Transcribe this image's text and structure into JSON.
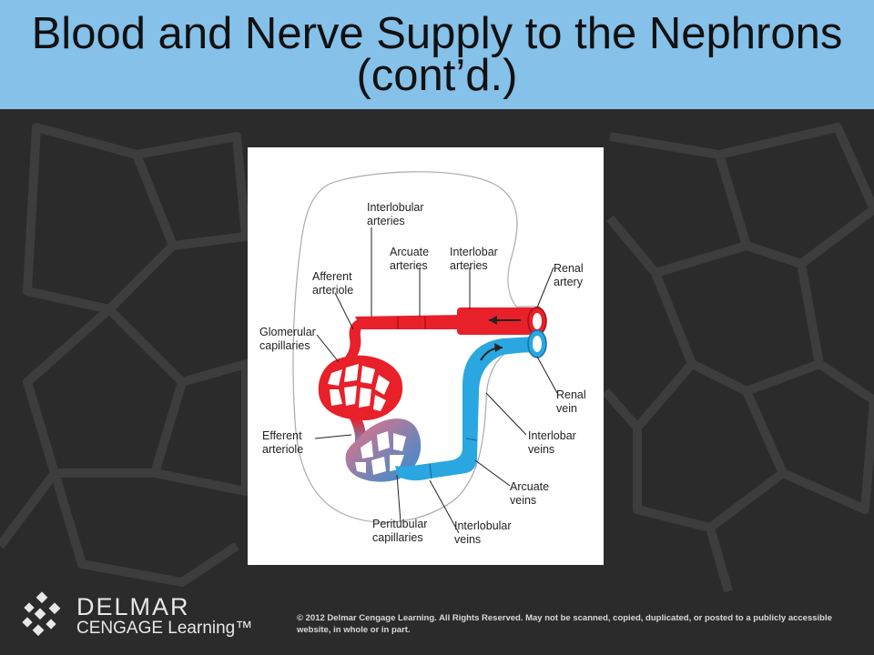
{
  "slide": {
    "title": "Blood and Nerve Supply to the Nephrons (cont’d.)",
    "colors": {
      "title_bar": "#85c1e9",
      "artery": "#e8202a",
      "vein": "#2aa7e0",
      "background": "#2a2a2a"
    }
  },
  "diagram": {
    "labels": {
      "interlobular_arteries": [
        "Interlobular",
        "arteries"
      ],
      "arcuate_arteries": [
        "Arcuate",
        "arteries"
      ],
      "interlobar_arteries": [
        "Interlobar",
        "arteries"
      ],
      "afferent_arteriole": [
        "Afferent",
        "arteriole"
      ],
      "renal_artery": [
        "Renal",
        "artery"
      ],
      "glomerular_capillaries": [
        "Glomerular",
        "capillaries"
      ],
      "renal_vein": [
        "Renal",
        "vein"
      ],
      "efferent_arteriole": [
        "Efferent",
        "arteriole"
      ],
      "interlobar_veins": [
        "Interlobar",
        "veins"
      ],
      "arcuate_veins": [
        "Arcuate",
        "veins"
      ],
      "peritubular_capillaries": [
        "Peritubular",
        "capillaries"
      ],
      "interlobular_veins": [
        "Interlobular",
        "veins"
      ]
    }
  },
  "footer": {
    "logo_icon": "delmar-logo-icon",
    "logo_top": "DELMAR",
    "logo_bottom": "CENGAGE Learning™",
    "copyright": "© 2012 Delmar Cengage Learning. All Rights Reserved. May not be scanned, copied, duplicated, or posted to a publicly accessible website, in whole or in part."
  }
}
